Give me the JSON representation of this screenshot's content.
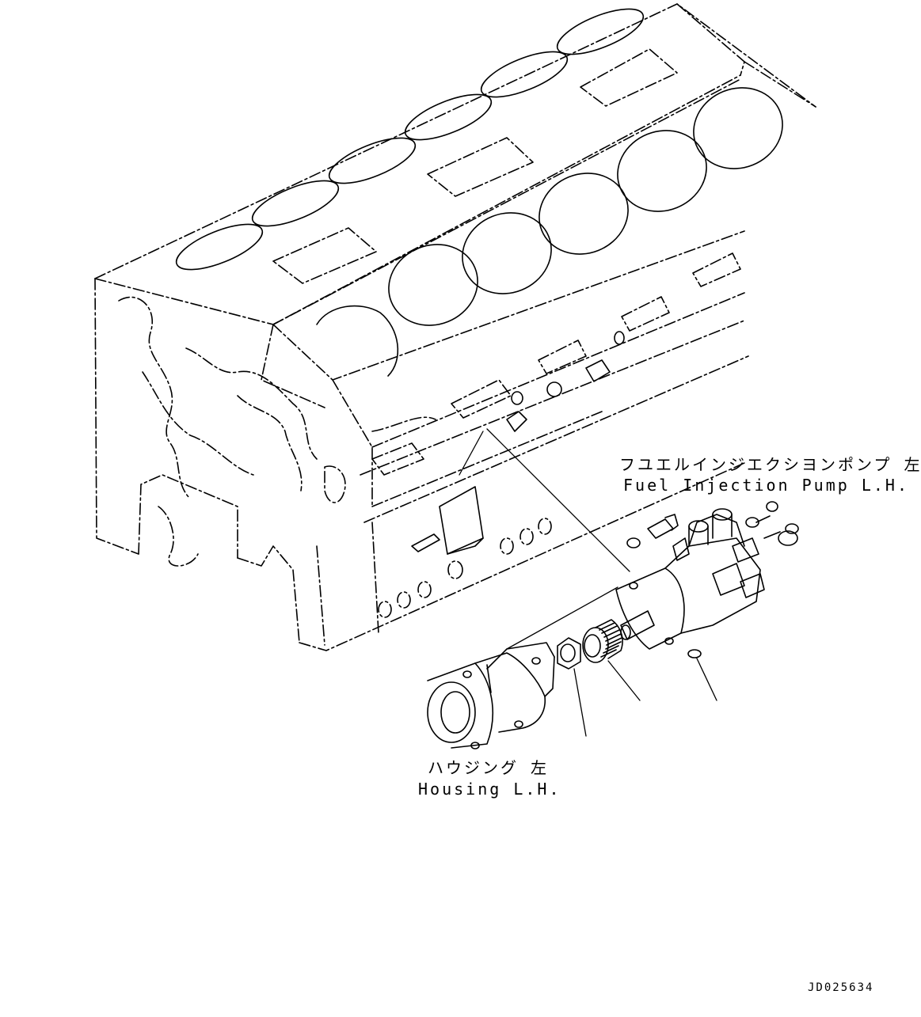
{
  "labels": {
    "pump_jp": "フユエルインジエクシヨンポンプ 左",
    "pump_en": "Fuel Injection Pump L.H.",
    "housing_jp": "ハウジング 左",
    "housing_en": "Housing L.H."
  },
  "drawing_id": "JD025634",
  "colors": {
    "line": "#000000",
    "background": "#ffffff"
  }
}
